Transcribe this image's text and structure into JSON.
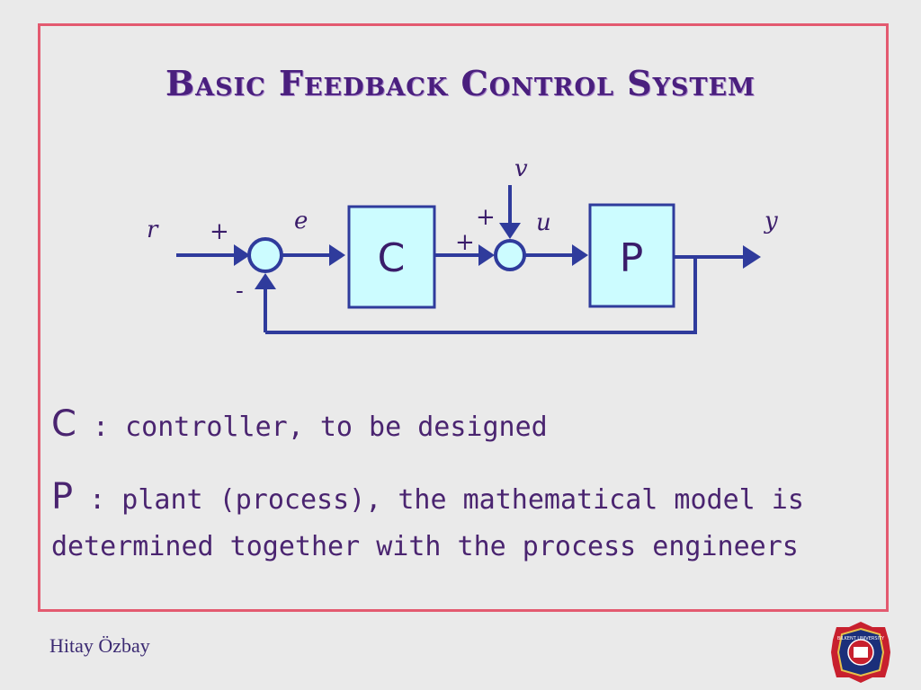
{
  "slide": {
    "title": "Basic Feedback Control System",
    "author": "Hitay Özbay"
  },
  "diagram": {
    "signals": {
      "r": "r",
      "e": "e",
      "v": "v",
      "u": "u",
      "y": "y"
    },
    "blocks": {
      "controller": "C",
      "plant": "P"
    },
    "signs": {
      "sum1_plus": "+",
      "sum1_minus": "-",
      "sum2_plus_left": "+",
      "sum2_plus_top": "+"
    }
  },
  "definitions": [
    {
      "symbol": "C",
      "text": " : controller, to be designed"
    },
    {
      "symbol": "P",
      "text": " : plant (process), the mathematical model is",
      "continuation": "determined together with the process engineers"
    }
  ],
  "colors": {
    "frame": "#e35a70",
    "title": "#4a1f7e",
    "line": "#2f3b9c",
    "block_fill": "#ccfcff",
    "text": "#3a1c6a"
  },
  "logo": {
    "icon": "bilkent-university-seal-icon",
    "text": "BILKENT UNIVERSITY"
  }
}
